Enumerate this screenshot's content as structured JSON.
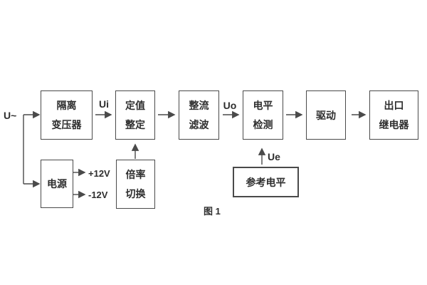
{
  "diagram": {
    "caption": "图 1",
    "source_label": "U~",
    "signal_labels": {
      "ui": "Ui",
      "uo": "Uo",
      "ue": "Ue"
    },
    "power_labels": {
      "positive": "+12V",
      "negative": "-12V"
    },
    "blocks": {
      "isolation_transformer": {
        "lines": [
          "隔离",
          "变压器"
        ]
      },
      "setting": {
        "lines": [
          "定值",
          "整定"
        ]
      },
      "rectifier_filter": {
        "lines": [
          "整流",
          "滤波"
        ]
      },
      "level_detection": {
        "lines": [
          "电平",
          "检测"
        ]
      },
      "drive": {
        "lines": [
          "驱动"
        ]
      },
      "output_relay": {
        "lines": [
          "出口",
          "继电器"
        ]
      },
      "power_supply": {
        "lines": [
          "电源"
        ]
      },
      "ratio_switch": {
        "lines": [
          "倍率",
          "切换"
        ]
      },
      "reference_level": {
        "lines": [
          "参考电平"
        ]
      }
    },
    "colors": {
      "line": "#4a4a4a",
      "text": "#2e2e2e",
      "background": "#ffffff"
    }
  }
}
